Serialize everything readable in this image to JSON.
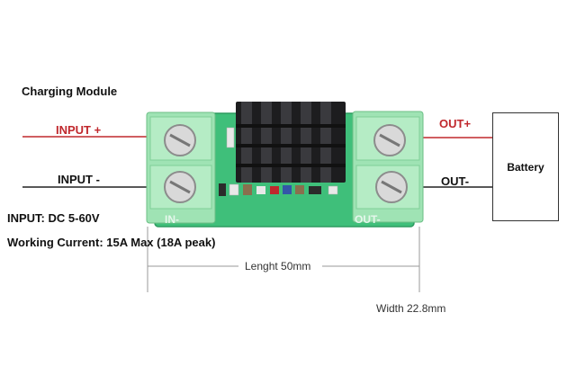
{
  "title": "Charging Module",
  "input_plus": "INPUT +",
  "input_minus": "INPUT -",
  "out_plus": "OUT+",
  "out_minus": "OUT-",
  "battery": "Battery",
  "spec_input": "INPUT: DC 5-60V",
  "spec_current": "Working Current: 15A Max (18A peak)",
  "length": "Lenght 50mm",
  "width": "Width 22.8mm",
  "silkscreen_in": "IN-",
  "silkscreen_out": "OUT-",
  "colors": {
    "pcb": "#3fbf7a",
    "terminal": "#9fe3b4",
    "heatsink": "#1d1d1f",
    "accent_red": "#c0282d"
  }
}
